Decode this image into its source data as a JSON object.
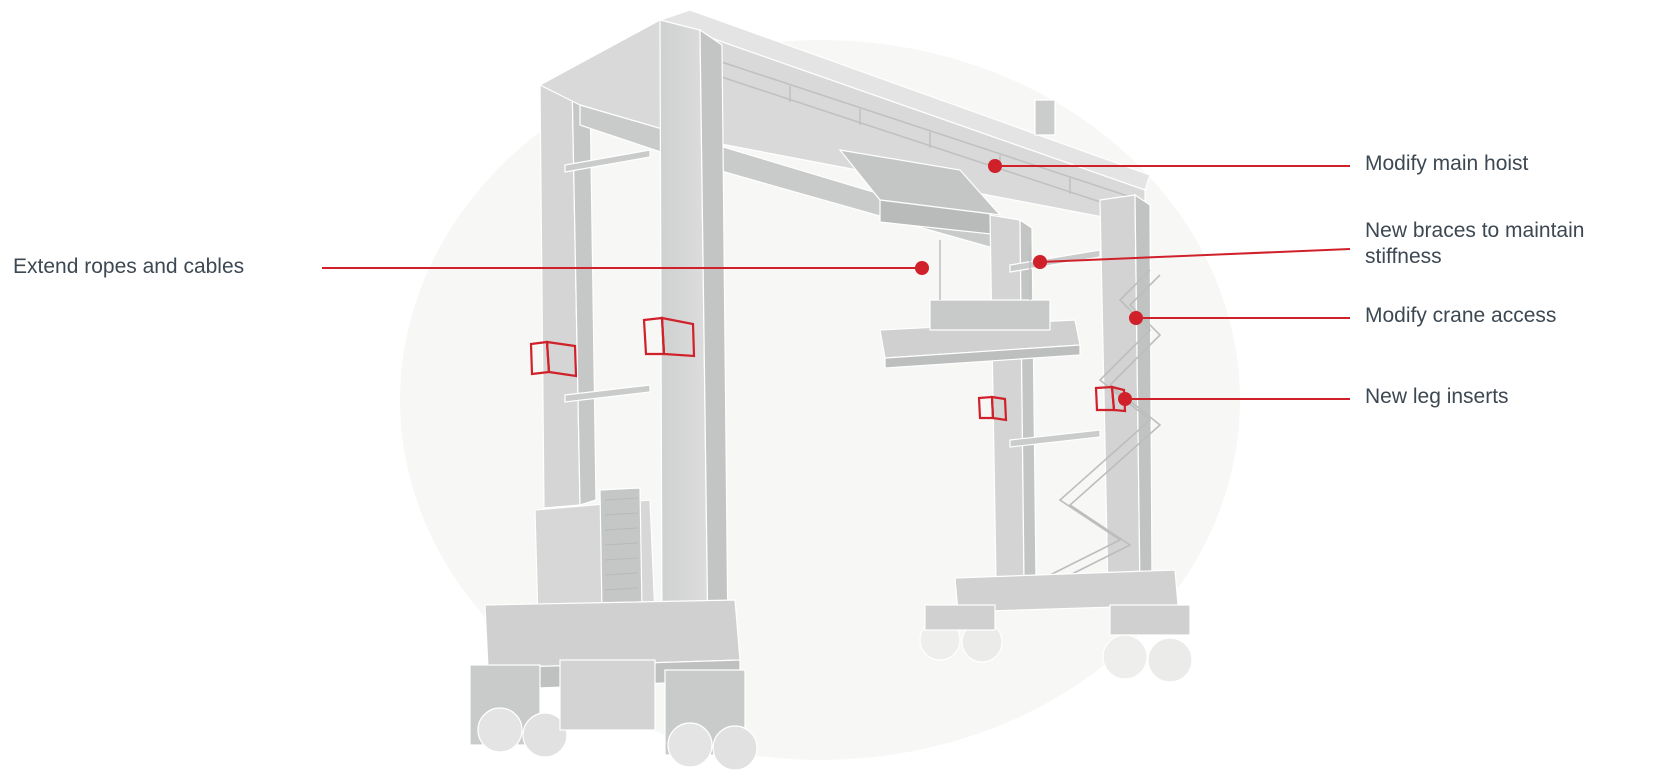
{
  "callouts": {
    "main_hoist": "Modify main hoist",
    "braces_line1": "New braces to maintain",
    "braces_line2": "stiffness",
    "crane_access": "Modify crane access",
    "leg_inserts": "New leg inserts",
    "ropes_cables": "Extend ropes and cables"
  },
  "colors": {
    "accent": "#d0202a",
    "label_text": "#3d4852",
    "structure": "#c9cbcb",
    "structure_light": "#e6e7e6",
    "structure_edge": "#ffffff"
  },
  "illustration": "rubber-tyred gantry crane"
}
